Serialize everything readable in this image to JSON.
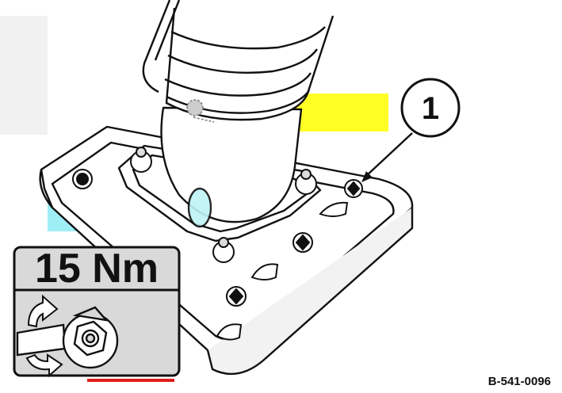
{
  "callout": {
    "number": "1"
  },
  "torque": {
    "value": "15 Nm"
  },
  "figure_id": "B-541-0096",
  "icons": [
    "wrench-icon",
    "rotation-arrow-icon",
    "hex-nut-icon"
  ],
  "colors": {
    "line": "#111111",
    "panel_bg": "#d9d9d9",
    "highlight_yellow": "#ffff00",
    "highlight_cyan": "#5fe3ef",
    "accent_red": "#e01b1b"
  }
}
